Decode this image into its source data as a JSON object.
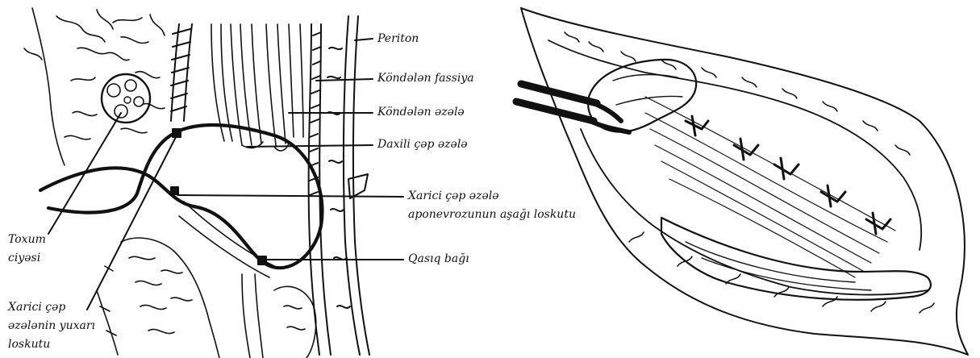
{
  "left_figure": {
    "labels": {
      "periton": "Periton",
      "kondelen_fassiya": "Köndələn fassiya",
      "kondelen_ezele": "Köndələn əzələ",
      "daxili_cep_ezele": "Daxili çəp əzələ",
      "xarici_cep_line1": "Xarici çəp əzələ",
      "xarici_cep_line2": "aponevrozunun aşağı loskutu",
      "qasiq_bagi": "Qasıq bağı",
      "toxum_line1": "Toxum",
      "toxum_line2": "ciyəsi",
      "xarici_yuxari_line1": "Xarici çəp",
      "xarici_yuxari_line2": "əzələnin yuxarı",
      "xarici_yuxari_line3": "loskutu"
    }
  },
  "colors": {
    "ink": "#111111",
    "background": "#ffffff"
  }
}
